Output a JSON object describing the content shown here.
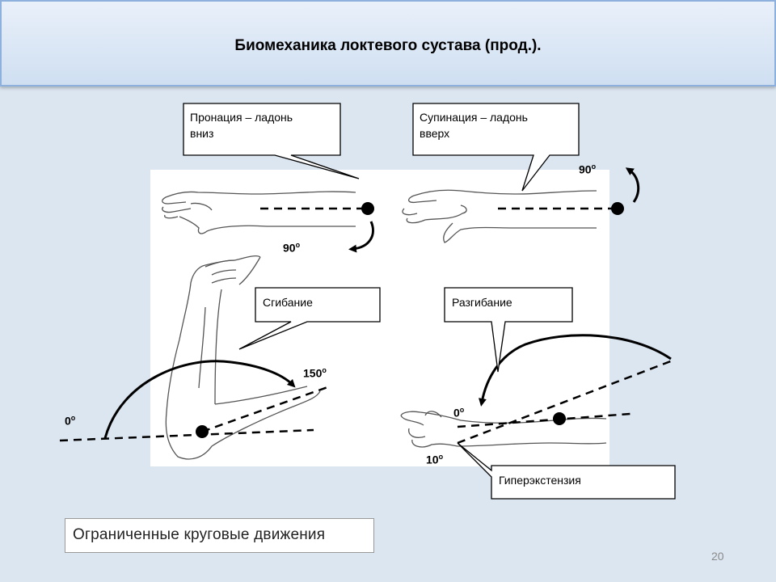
{
  "slide": {
    "title": "Биомеханика локтевого сустава (прод.).",
    "page_number": "20"
  },
  "callouts": {
    "pronation": [
      "Пронация – ладонь",
      "вниз"
    ],
    "supination": [
      "Супинация – ладонь",
      "вверх"
    ],
    "flexion": "Сгибание",
    "extension": "Разгибание",
    "hyperextension": "Гиперэкстензия"
  },
  "angles": {
    "pronation": "90",
    "supination": "90",
    "flexion_start": "0",
    "flexion_end": "150",
    "extension_zero": "0",
    "hyperextension": "10"
  },
  "footer": {
    "note": "Ограниченные круговые движения"
  }
}
